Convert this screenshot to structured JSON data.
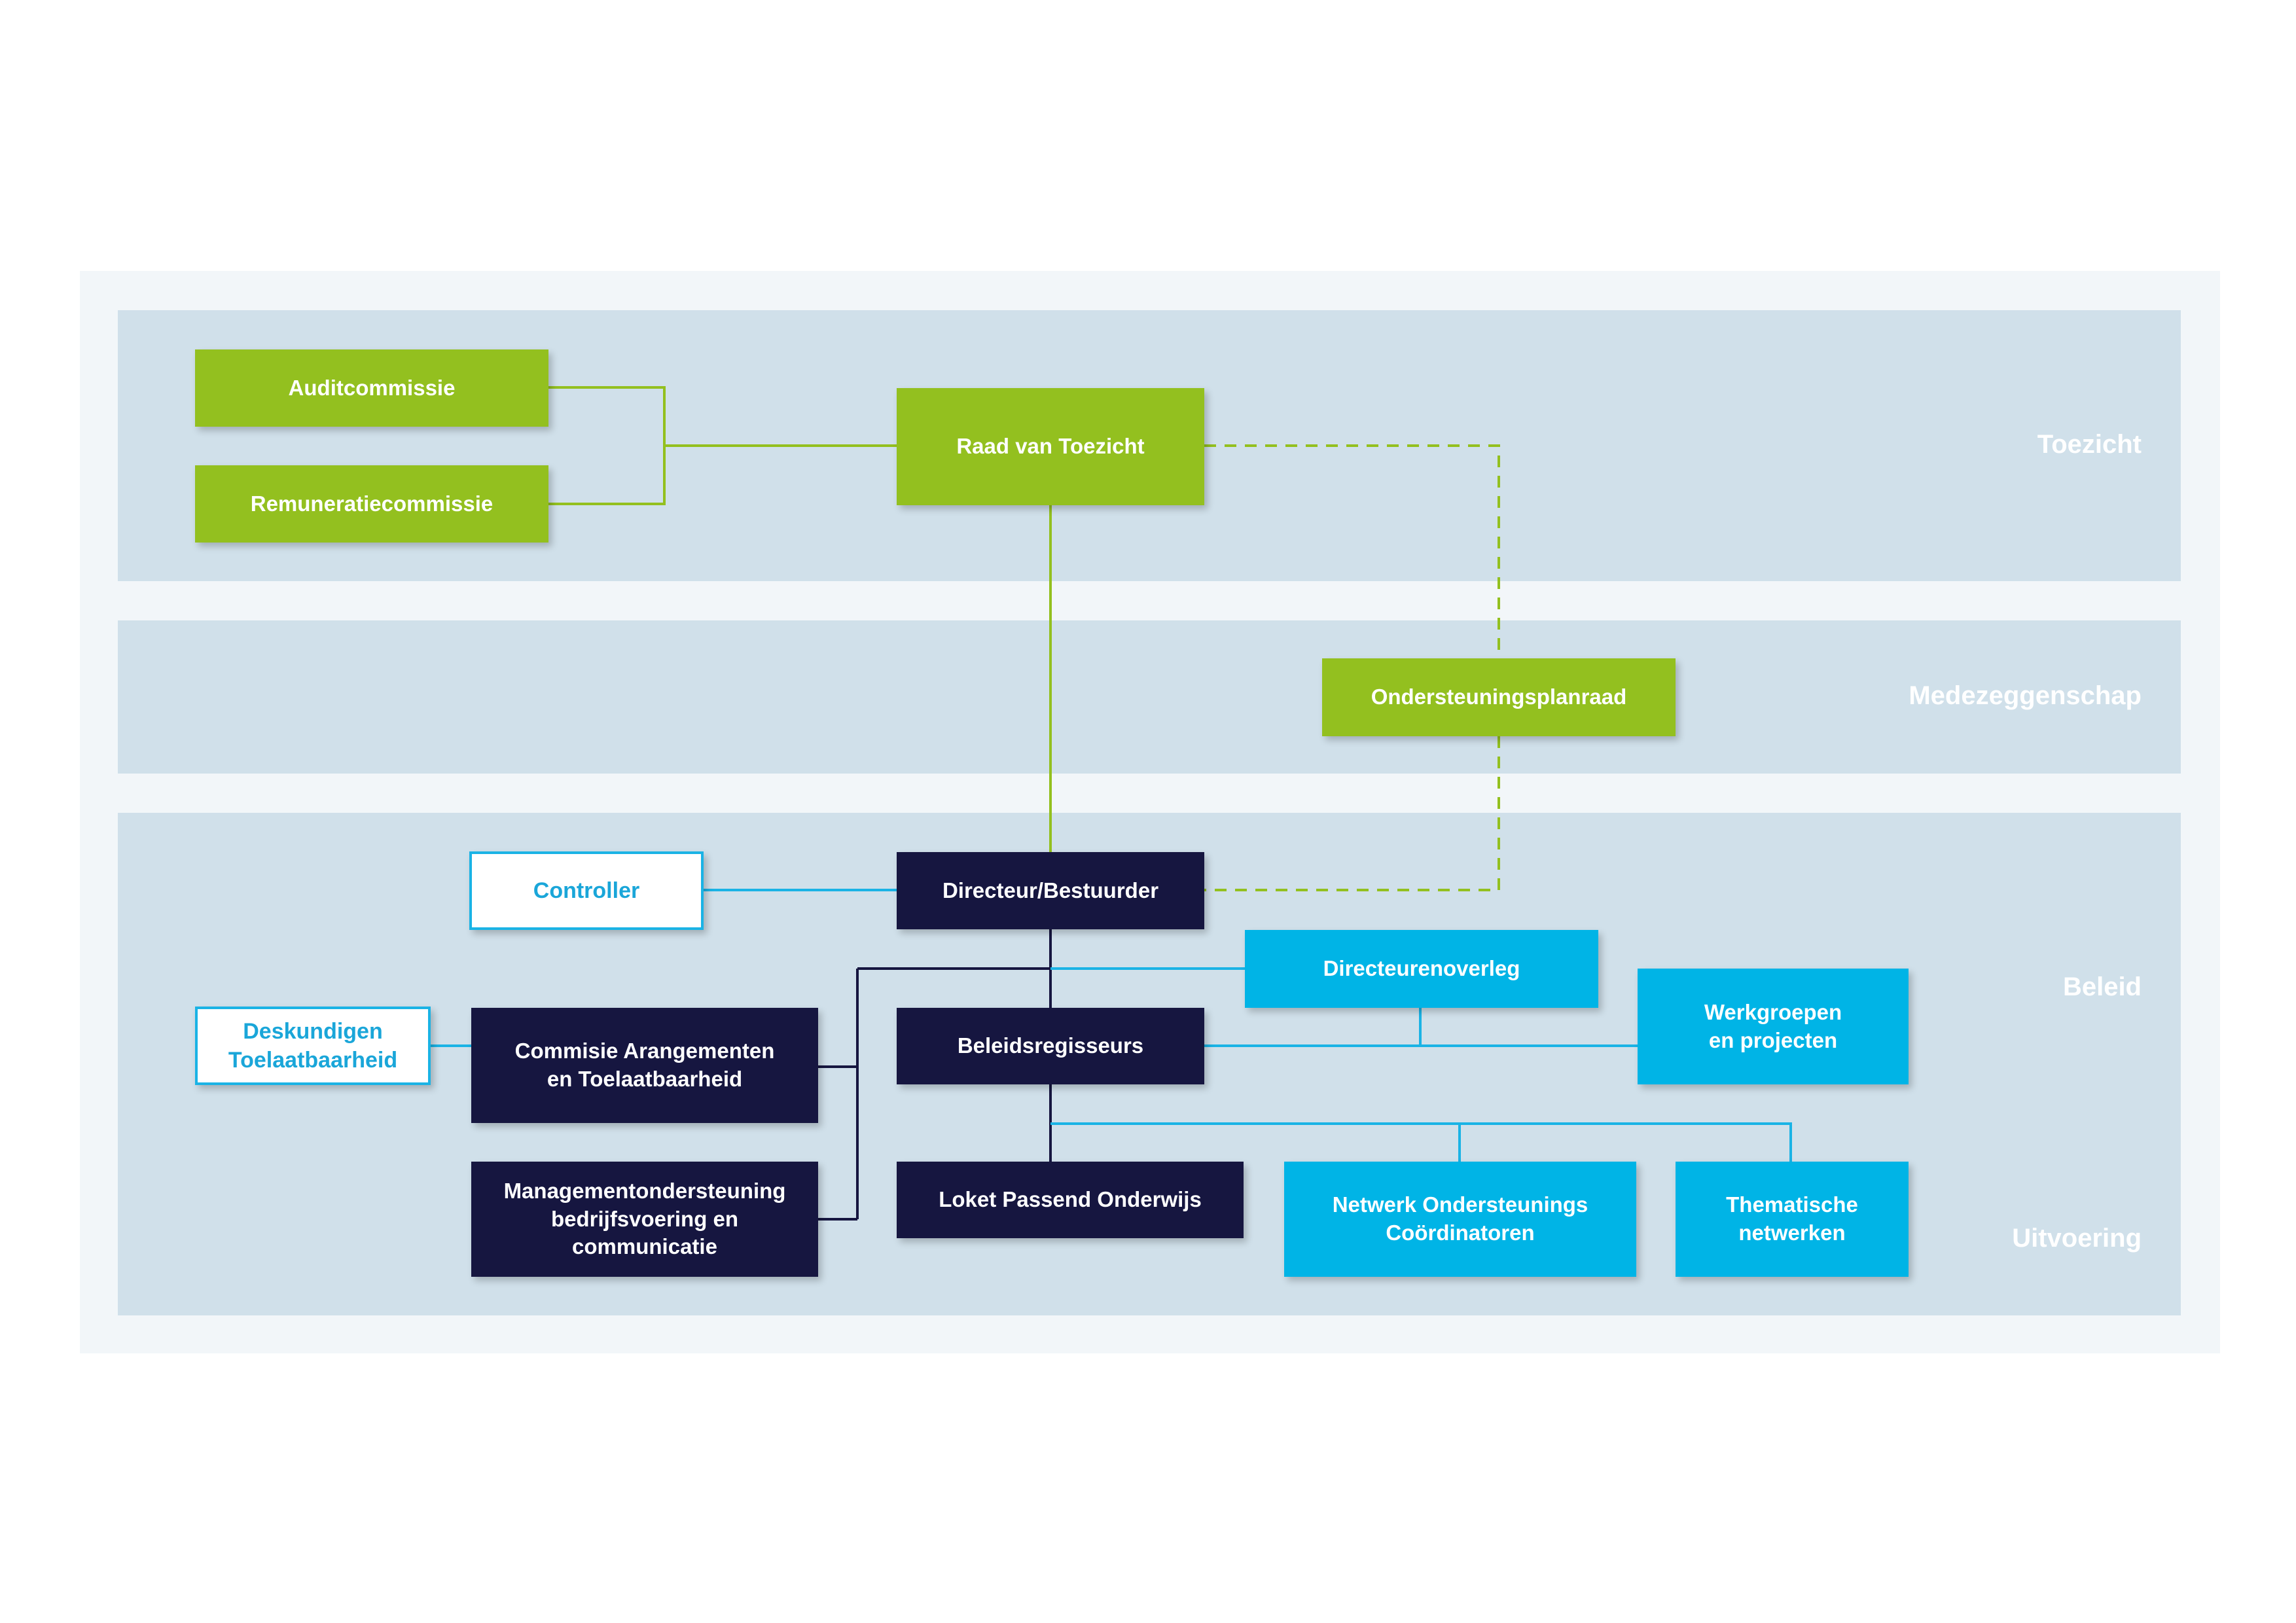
{
  "bands": {
    "toezicht": "Toezicht",
    "medezeggenschap": "Medezeggenschap",
    "beleid": "Beleid",
    "uitvoering": "Uitvoering"
  },
  "nodes": {
    "auditcommissie": "Auditcommissie",
    "remuneratiecommissie": "Remuneratiecommissie",
    "raad_van_toezicht": "Raad van Toezicht",
    "ondersteuningsplanraad": "Ondersteuningsplanraad",
    "controller": "Controller",
    "directeur_bestuurder": "Directeur/Bestuurder",
    "directeurenoverleg": "Directeurenoverleg",
    "werkgroepen": "Werkgroepen\nen projecten",
    "deskundigen": "Deskundigen\nToelaatbaarheid",
    "commisie": "Commisie Arangementen\nen Toelaatbaarheid",
    "beleidsregisseurs": "Beleidsregisseurs",
    "managementondersteuning": "Managementondersteuning\nbedrijfsvoering en\ncommunicatie",
    "loket": "Loket Passend Onderwijs",
    "netwerk": "Netwerk Ondersteunings\nCoördinatoren",
    "thematische": "Thematische\nnetwerken"
  },
  "colors": {
    "green": "#93c01f",
    "navy": "#161640",
    "cyan": "#00b4e6",
    "band": "#d0e0ea",
    "frame": "#f2f6f9"
  }
}
